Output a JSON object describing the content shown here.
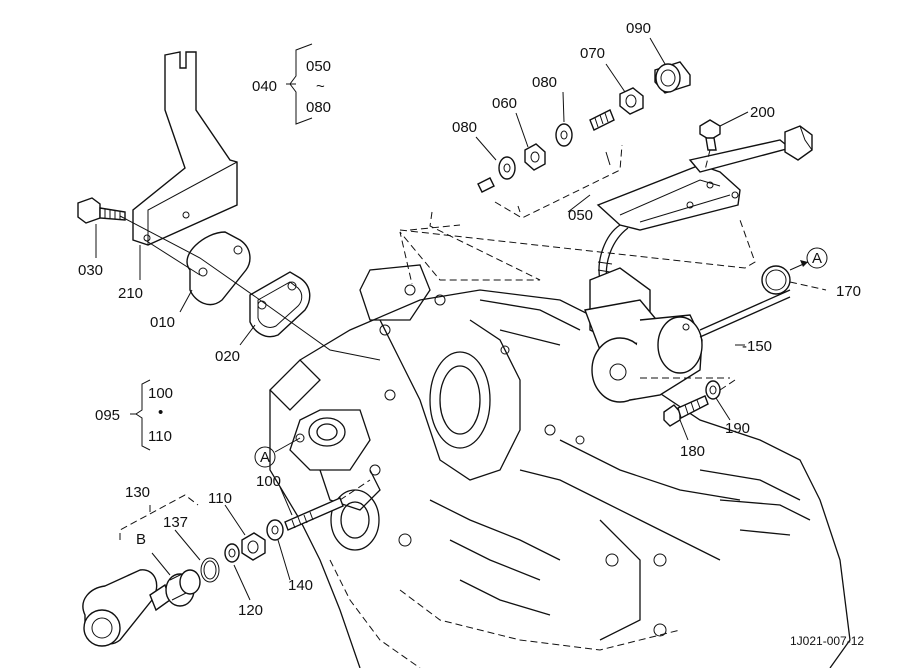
{
  "labels": {
    "p030": "030",
    "p210": "210",
    "p010": "010",
    "p020": "020",
    "p040": "040",
    "p050a": "050",
    "tilde": "~",
    "p080a": "080",
    "p080b": "080",
    "p060": "060",
    "p080c": "080",
    "p070": "070",
    "p090": "090",
    "p200": "200",
    "p050b": "050",
    "callA1": "A",
    "p170": "170",
    "p150": "-150",
    "p095": "095",
    "p100a": "100",
    "dot": "•",
    "p110a": "110",
    "callA2": "A",
    "p130": "130",
    "p137": "137",
    "callB": "B",
    "p110b": "110",
    "p100b": "100",
    "p140": "140",
    "p120": "120",
    "p190": "190",
    "p180": "180",
    "drawing_id": "1J021-007-12"
  }
}
